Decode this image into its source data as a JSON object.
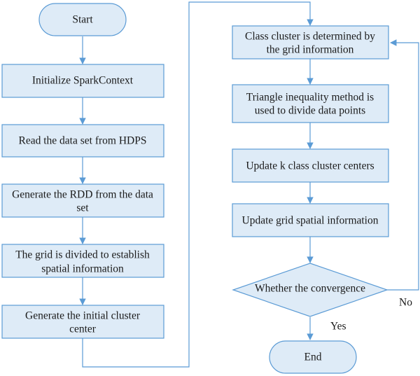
{
  "flowchart": {
    "start": "Start",
    "left_steps": [
      [
        "Initialize SparkContext"
      ],
      [
        "Read the data set from HDPS"
      ],
      [
        "Generate the RDD from the data",
        "set"
      ],
      [
        "The grid is divided to establish",
        "spatial information"
      ],
      [
        "Generate the initial cluster",
        "center"
      ]
    ],
    "right_steps": [
      [
        "Class cluster is determined by",
        "the grid information"
      ],
      [
        "Triangle inequality method is",
        "used to divide data points"
      ],
      [
        "Update k class cluster centers"
      ],
      [
        "Update grid spatial information"
      ]
    ],
    "decision": "Whether the convergence",
    "no_label": "No",
    "yes_label": "Yes",
    "end": "End"
  },
  "colors": {
    "box_fill": "#deebf7",
    "stroke": "#5b9bd5",
    "text": "#1a1a1a"
  }
}
